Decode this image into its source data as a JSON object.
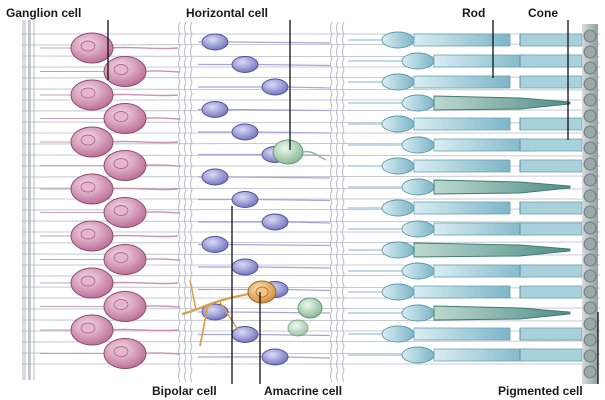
{
  "labels": {
    "ganglion": "Ganglion cell",
    "horizontal": "Horizontal cell",
    "rod": "Rod",
    "cone": "Cone",
    "bipolar": "Bipolar cell",
    "amacrine": "Amacrine cell",
    "pigmented": "Pigmented cell"
  },
  "colors": {
    "ganglion": "#c77fa6",
    "bipolar": "#7a7fc8",
    "horizontal": "#9bc9a6",
    "amacrine": "#e0a85a",
    "photoreceptor": "#8cc3d4",
    "cone": "#6fa7b7",
    "pigmented": "#8a9a9e",
    "fiber": "#9a9fa8"
  }
}
